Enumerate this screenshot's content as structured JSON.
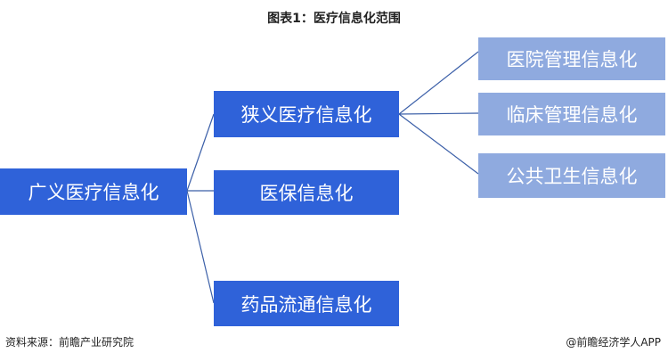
{
  "title": "图表1：医疗信息化范围",
  "nodes": {
    "root": "广义医疗信息化",
    "narrow": "狭义医疗信息化",
    "insurance": "医保信息化",
    "drug": "药品流通信息化",
    "hospital_mgmt": "医院管理信息化",
    "clinical_mgmt": "临床管理信息化",
    "public_health": "公共卫生信息化"
  },
  "footer": {
    "source": "资料来源：前瞻产业研究院",
    "brand": "@前瞻经济学人APP"
  },
  "colors": {
    "dark_node": "#2f62d9",
    "light_node": "#8faadf",
    "connector": "#3b5fa8"
  }
}
